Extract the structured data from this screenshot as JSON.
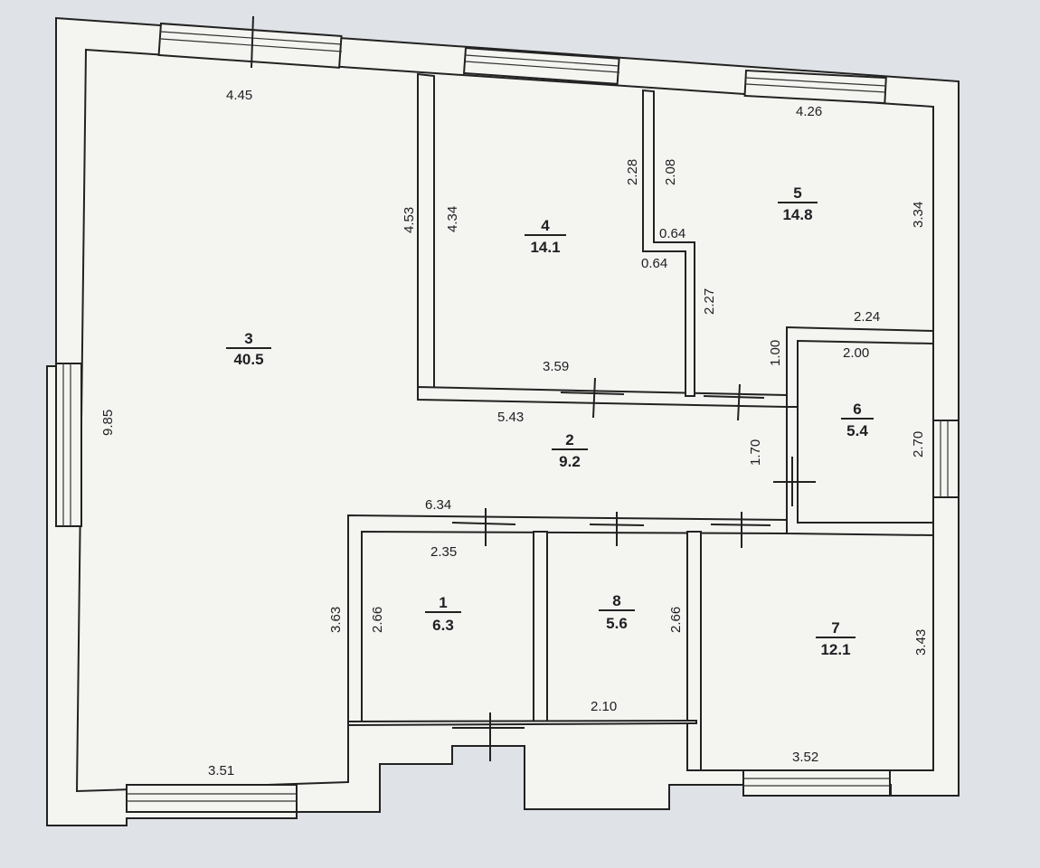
{
  "rooms": [
    {
      "id": "room-1",
      "number": "1",
      "area": "6.3"
    },
    {
      "id": "room-2",
      "number": "2",
      "area": "9.2"
    },
    {
      "id": "room-3",
      "number": "3",
      "area": "40.5"
    },
    {
      "id": "room-4",
      "number": "4",
      "area": "14.1"
    },
    {
      "id": "room-5",
      "number": "5",
      "area": "14.8"
    },
    {
      "id": "room-6",
      "number": "6",
      "area": "5.4"
    },
    {
      "id": "room-7",
      "number": "7",
      "area": "12.1"
    },
    {
      "id": "room-8",
      "number": "8",
      "area": "5.6"
    }
  ],
  "dimensions": [
    "4.45",
    "4.53",
    "4.34",
    "2.28",
    "2.08",
    "4.26",
    "3.34",
    "0.64",
    "0.64",
    "2.27",
    "2.24",
    "1.00",
    "2.00",
    "3.59",
    "5.43",
    "1.70",
    "2.70",
    "6.34",
    "2.35",
    "3.63",
    "2.66",
    "2.66",
    "2.10",
    "3.43",
    "3.51",
    "3.52",
    "9.85"
  ],
  "colors": {
    "background": "#dfe2e6",
    "floor": "#eeeff1",
    "wall": "#f4f4f1",
    "ink": "#222222"
  }
}
